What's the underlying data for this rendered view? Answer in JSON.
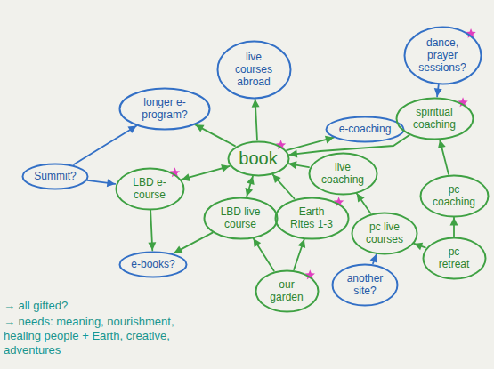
{
  "diagram": {
    "nodes": [
      {
        "text": [
          "Summit?"
        ]
      },
      {
        "text": [
          "longer e-program?"
        ]
      },
      {
        "text": [
          "live courses abroad"
        ]
      },
      {
        "text": [
          "book"
        ]
      },
      {
        "text": [
          "e-coaching"
        ]
      },
      {
        "text": [
          "dance, prayer sessions?"
        ]
      },
      {
        "text": [
          "spiritual coaching"
        ]
      },
      {
        "text": [
          "LBD e-course"
        ]
      },
      {
        "text": [
          "live coaching"
        ]
      },
      {
        "text": [
          "pc coaching"
        ]
      },
      {
        "text": [
          "LBD live course"
        ]
      },
      {
        "text": [
          "Earth Rites 1-3"
        ]
      },
      {
        "text": [
          "pc live courses"
        ]
      },
      {
        "text": [
          "pc retreat"
        ]
      },
      {
        "text": [
          "e-books?"
        ]
      },
      {
        "text": [
          "another site?"
        ]
      },
      {
        "text": [
          "our garden"
        ]
      }
    ],
    "edges": [
      {
        "from": 0,
        "to": 1,
        "arrow": "to"
      },
      {
        "from": 0,
        "to": 7,
        "arrow": "to"
      },
      {
        "from": 3,
        "to": 1,
        "arrow": "to"
      },
      {
        "from": 3,
        "to": 2,
        "arrow": "to"
      },
      {
        "from": 3,
        "to": 4,
        "arrow": "to"
      },
      {
        "from": 7,
        "to": 3,
        "arrow": "both"
      },
      {
        "from": 10,
        "to": 3,
        "arrow": "both"
      },
      {
        "from": 11,
        "to": 3,
        "arrow": "to"
      },
      {
        "from": 8,
        "to": 3,
        "arrow": "to"
      },
      {
        "from": 6,
        "to": 3,
        "arrow": "to"
      },
      {
        "from": 5,
        "to": 6,
        "arrow": "to"
      },
      {
        "from": 9,
        "to": 6,
        "arrow": "to"
      },
      {
        "from": 13,
        "to": 9,
        "arrow": "to"
      },
      {
        "from": 13,
        "to": 12,
        "arrow": "to"
      },
      {
        "from": 15,
        "to": 12,
        "arrow": "to"
      },
      {
        "from": 16,
        "to": 10,
        "arrow": "to"
      },
      {
        "from": 16,
        "to": 11,
        "arrow": "to"
      },
      {
        "from": 7,
        "to": 14,
        "arrow": "to"
      },
      {
        "from": 10,
        "to": 14,
        "arrow": "to"
      },
      {
        "from": 12,
        "to": 8,
        "arrow": "to"
      }
    ],
    "labels": [
      "→ all gifted?",
      "→ needs: meaning, nourishment, healing people + Earth, creative, adventures"
    ]
  }
}
